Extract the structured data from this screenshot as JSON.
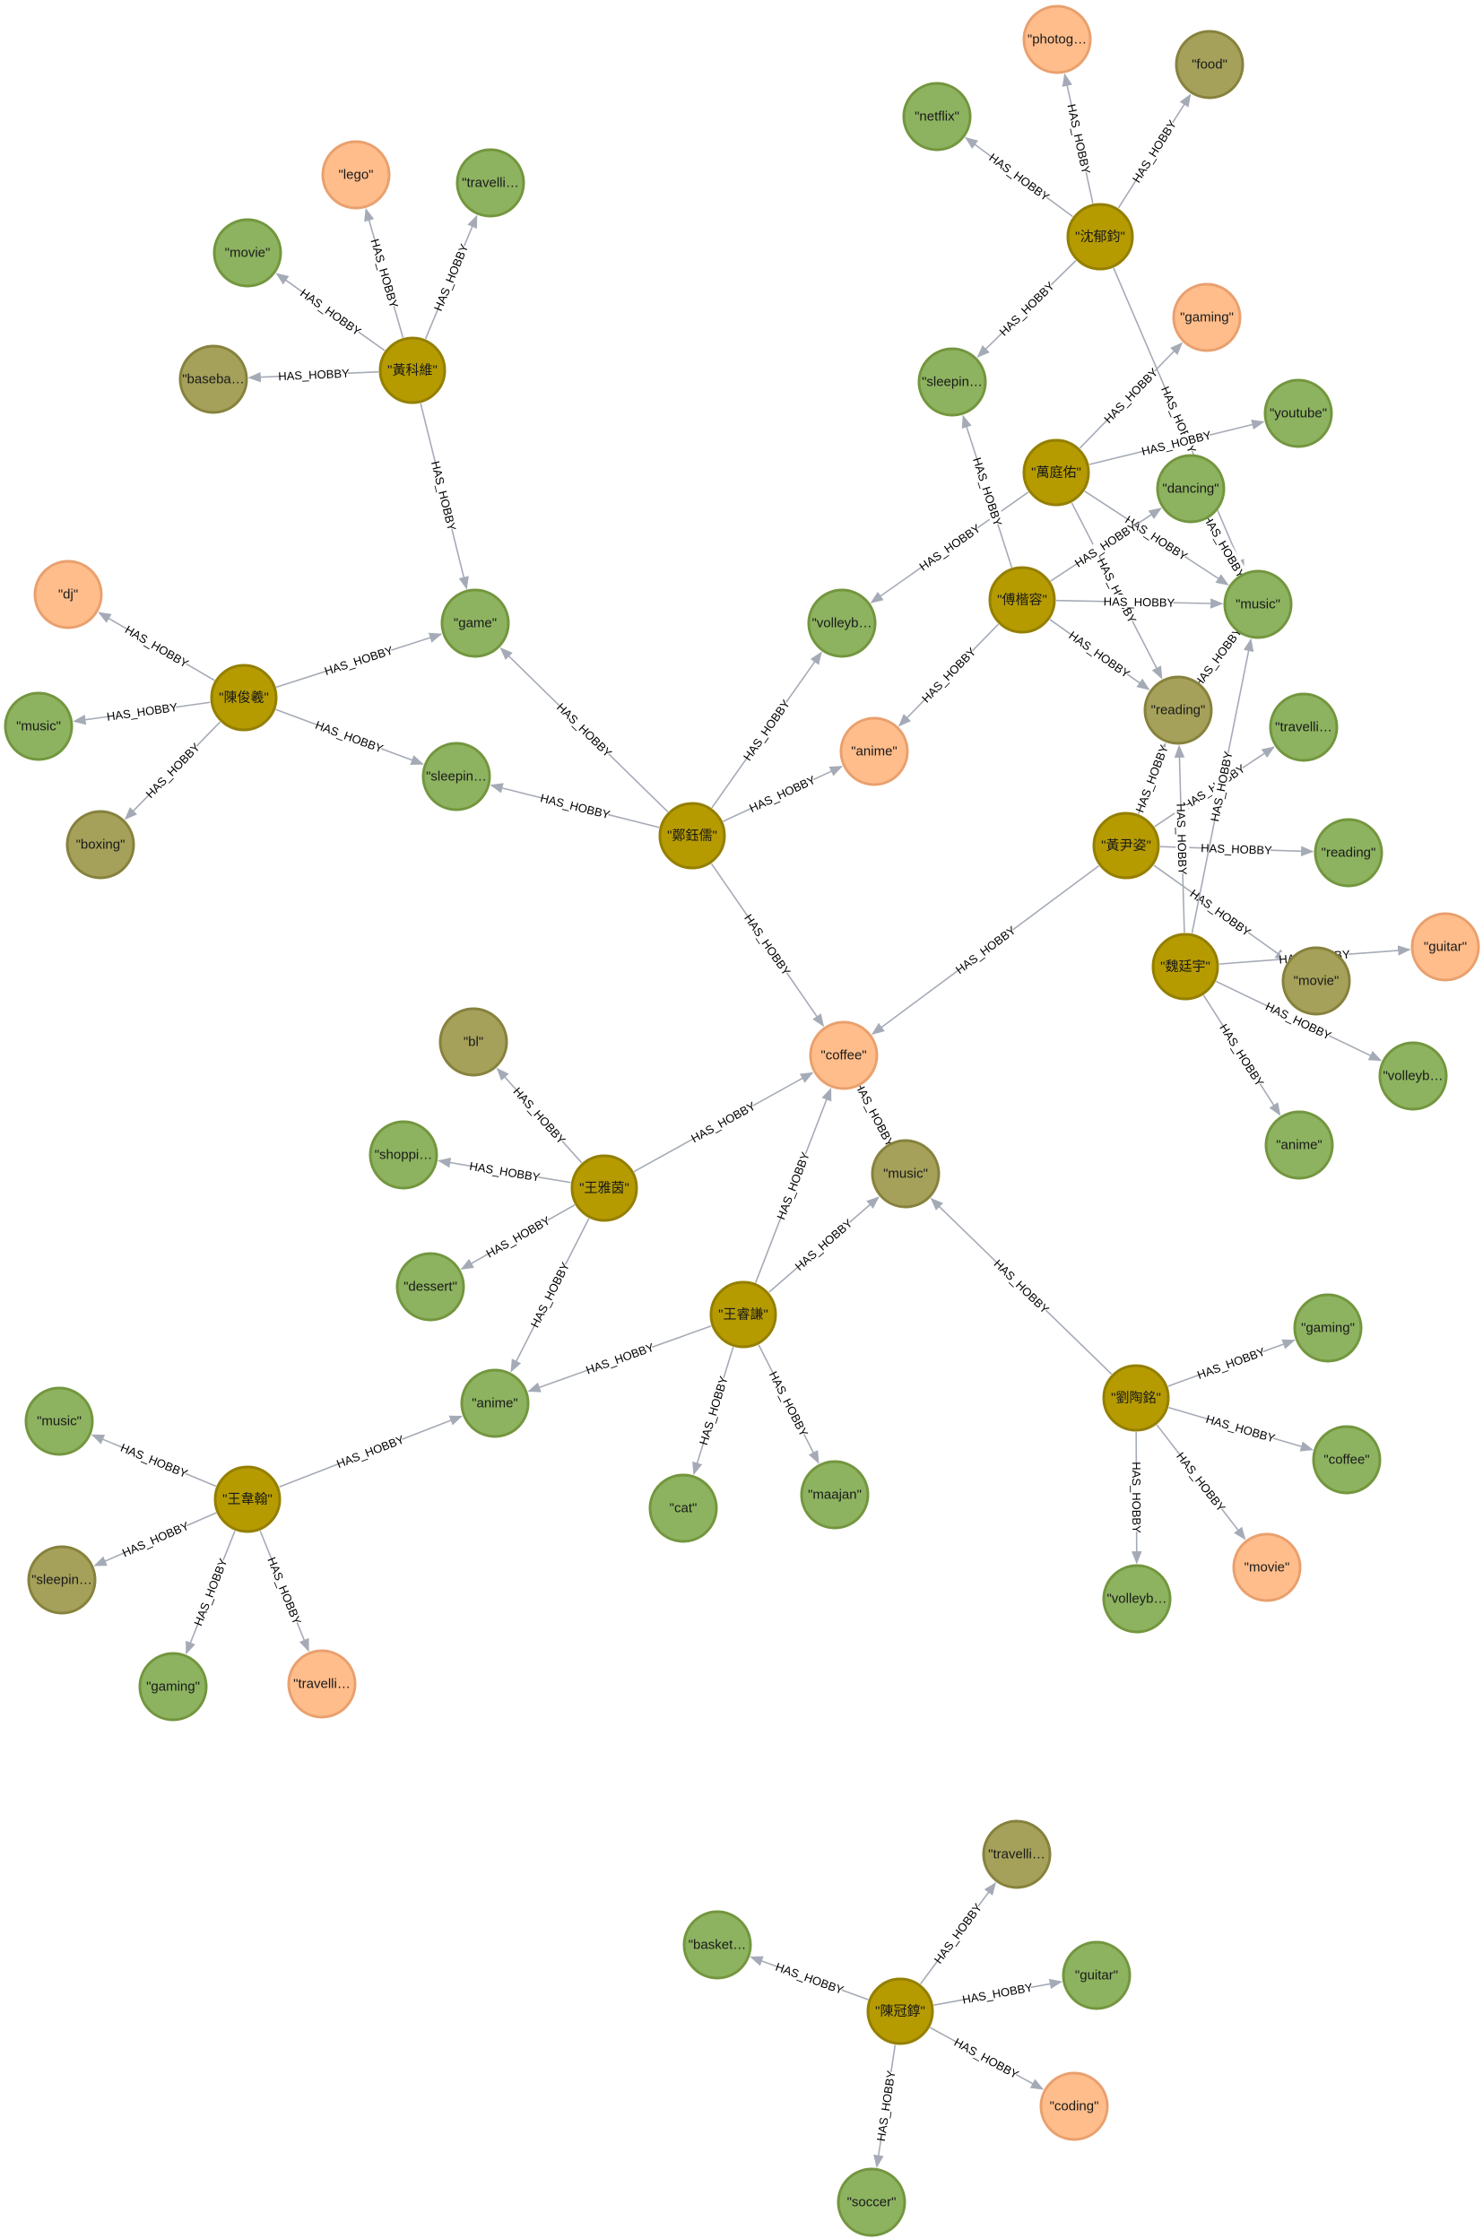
{
  "graph": {
    "relationship_label": "HAS_HOBBY",
    "legend_colors": {
      "person": "#b59b00",
      "hobby_green": "#8db360",
      "hobby_orange": "#ffbd8b",
      "hobby_olive": "#a5a15a",
      "edge": "#a5abb6"
    },
    "nodes": [
      {
        "id": "p_huangkewei",
        "label": "\"黃科維\"",
        "kind": "person"
      },
      {
        "id": "h_lego",
        "label": "\"lego\"",
        "kind": "hobby_orange"
      },
      {
        "id": "h_travel1",
        "label": "\"travelli…",
        "kind": "hobby_green"
      },
      {
        "id": "h_movie1",
        "label": "\"movie\"",
        "kind": "hobby_green"
      },
      {
        "id": "h_baseball",
        "label": "\"baseba…",
        "kind": "hobby_olive"
      },
      {
        "id": "h_game",
        "label": "\"game\"",
        "kind": "hobby_green"
      },
      {
        "id": "p_chenjunyi",
        "label": "\"陳俊羲\"",
        "kind": "person"
      },
      {
        "id": "h_dj",
        "label": "\"dj\"",
        "kind": "hobby_orange"
      },
      {
        "id": "h_music1",
        "label": "\"music\"",
        "kind": "hobby_green"
      },
      {
        "id": "h_boxing",
        "label": "\"boxing\"",
        "kind": "hobby_olive"
      },
      {
        "id": "h_sleep1",
        "label": "\"sleepin…",
        "kind": "hobby_green"
      },
      {
        "id": "p_zhengtingru",
        "label": "\"鄭鈺儒\"",
        "kind": "person"
      },
      {
        "id": "h_volley1",
        "label": "\"volleyb…",
        "kind": "hobby_green"
      },
      {
        "id": "h_anime1",
        "label": "\"anime\"",
        "kind": "hobby_orange"
      },
      {
        "id": "h_coffee1",
        "label": "\"coffee\"",
        "kind": "hobby_orange"
      },
      {
        "id": "p_shenyujun",
        "label": "\"沈郁鈞\"",
        "kind": "person"
      },
      {
        "id": "h_photo",
        "label": "\"photog…",
        "kind": "hobby_orange"
      },
      {
        "id": "h_food",
        "label": "\"food\"",
        "kind": "hobby_olive"
      },
      {
        "id": "h_netflix",
        "label": "\"netflix\"",
        "kind": "hobby_green"
      },
      {
        "id": "h_sleep2",
        "label": "\"sleepin…",
        "kind": "hobby_green"
      },
      {
        "id": "p_wantingyou",
        "label": "\"萬庭佑\"",
        "kind": "person"
      },
      {
        "id": "h_gaming1",
        "label": "\"gaming\"",
        "kind": "hobby_orange"
      },
      {
        "id": "h_youtube",
        "label": "\"youtube\"",
        "kind": "hobby_green"
      },
      {
        "id": "h_dancing",
        "label": "\"dancing\"",
        "kind": "hobby_green"
      },
      {
        "id": "h_music2",
        "label": "\"music\"",
        "kind": "hobby_green"
      },
      {
        "id": "p_fukairong",
        "label": "\"傅楷容\"",
        "kind": "person"
      },
      {
        "id": "h_reading1",
        "label": "\"reading\"",
        "kind": "hobby_olive"
      },
      {
        "id": "p_huangyinzi",
        "label": "\"黃尹姿\"",
        "kind": "person"
      },
      {
        "id": "h_travel2",
        "label": "\"travelli…",
        "kind": "hobby_green"
      },
      {
        "id": "h_reading2",
        "label": "\"reading\"",
        "kind": "hobby_green"
      },
      {
        "id": "h_movie2",
        "label": "\"movie\"",
        "kind": "hobby_olive"
      },
      {
        "id": "p_weitingyu",
        "label": "\"魏廷宇\"",
        "kind": "person"
      },
      {
        "id": "h_guitar1",
        "label": "\"guitar\"",
        "kind": "hobby_orange"
      },
      {
        "id": "h_volley2",
        "label": "\"volleyb…",
        "kind": "hobby_green"
      },
      {
        "id": "h_anime2",
        "label": "\"anime\"",
        "kind": "hobby_green"
      },
      {
        "id": "p_wangyayin",
        "label": "\"王雅茵\"",
        "kind": "person"
      },
      {
        "id": "h_bl",
        "label": "\"bl\"",
        "kind": "hobby_olive"
      },
      {
        "id": "h_shopping",
        "label": "\"shoppi…",
        "kind": "hobby_green"
      },
      {
        "id": "h_dessert",
        "label": "\"dessert\"",
        "kind": "hobby_green"
      },
      {
        "id": "h_music3",
        "label": "\"music\"",
        "kind": "hobby_olive"
      },
      {
        "id": "h_anime3",
        "label": "\"anime\"",
        "kind": "hobby_green"
      },
      {
        "id": "p_wangruiqian",
        "label": "\"王睿謙\"",
        "kind": "person"
      },
      {
        "id": "h_cat",
        "label": "\"cat\"",
        "kind": "hobby_green"
      },
      {
        "id": "h_maajan",
        "label": "\"maajan\"",
        "kind": "hobby_green"
      },
      {
        "id": "p_liutaoming",
        "label": "\"劉陶銘\"",
        "kind": "person"
      },
      {
        "id": "h_gaming2",
        "label": "\"gaming\"",
        "kind": "hobby_green"
      },
      {
        "id": "h_coffee2",
        "label": "\"coffee\"",
        "kind": "hobby_green"
      },
      {
        "id": "h_movie3",
        "label": "\"movie\"",
        "kind": "hobby_orange"
      },
      {
        "id": "h_volley3",
        "label": "\"volleyb…",
        "kind": "hobby_green"
      },
      {
        "id": "p_wangweihan",
        "label": "\"王韋翰\"",
        "kind": "person"
      },
      {
        "id": "h_music4",
        "label": "\"music\"",
        "kind": "hobby_green"
      },
      {
        "id": "h_sleep3",
        "label": "\"sleepin…",
        "kind": "hobby_olive"
      },
      {
        "id": "h_gaming3",
        "label": "\"gaming\"",
        "kind": "hobby_green"
      },
      {
        "id": "h_travel3",
        "label": "\"travelli…",
        "kind": "hobby_orange"
      },
      {
        "id": "p_chenguanyu",
        "label": "\"陳冠錞\"",
        "kind": "person"
      },
      {
        "id": "h_basket",
        "label": "\"basket…",
        "kind": "hobby_green"
      },
      {
        "id": "h_travel4",
        "label": "\"travelli…",
        "kind": "hobby_olive"
      },
      {
        "id": "h_guitar2",
        "label": "\"guitar\"",
        "kind": "hobby_green"
      },
      {
        "id": "h_coding",
        "label": "\"coding\"",
        "kind": "hobby_orange"
      },
      {
        "id": "h_soccer",
        "label": "\"soccer\"",
        "kind": "hobby_green"
      }
    ],
    "edges": [
      [
        "p_huangkewei",
        "h_lego"
      ],
      [
        "p_huangkewei",
        "h_travel1"
      ],
      [
        "p_huangkewei",
        "h_movie1"
      ],
      [
        "p_huangkewei",
        "h_baseball"
      ],
      [
        "p_huangkewei",
        "h_game"
      ],
      [
        "p_chenjunyi",
        "h_dj"
      ],
      [
        "p_chenjunyi",
        "h_music1"
      ],
      [
        "p_chenjunyi",
        "h_boxing"
      ],
      [
        "p_chenjunyi",
        "h_game"
      ],
      [
        "p_chenjunyi",
        "h_sleep1"
      ],
      [
        "p_zhengtingru",
        "h_game"
      ],
      [
        "p_zhengtingru",
        "h_sleep1"
      ],
      [
        "p_zhengtingru",
        "h_volley1"
      ],
      [
        "p_zhengtingru",
        "h_anime1"
      ],
      [
        "p_zhengtingru",
        "h_coffee1"
      ],
      [
        "p_shenyujun",
        "h_photo"
      ],
      [
        "p_shenyujun",
        "h_food"
      ],
      [
        "p_shenyujun",
        "h_netflix"
      ],
      [
        "p_shenyujun",
        "h_sleep2"
      ],
      [
        "p_shenyujun",
        "h_music2"
      ],
      [
        "p_wantingyou",
        "h_gaming1"
      ],
      [
        "p_wantingyou",
        "h_youtube"
      ],
      [
        "p_wantingyou",
        "h_volley1"
      ],
      [
        "p_wantingyou",
        "h_music2"
      ],
      [
        "p_wantingyou",
        "h_reading1"
      ],
      [
        "p_fukairong",
        "h_dancing"
      ],
      [
        "p_fukairong",
        "h_music2"
      ],
      [
        "p_fukairong",
        "h_sleep2"
      ],
      [
        "p_fukairong",
        "h_anime1"
      ],
      [
        "p_fukairong",
        "h_reading1"
      ],
      [
        "p_huangyinzi",
        "h_travel2"
      ],
      [
        "p_huangyinzi",
        "h_reading2"
      ],
      [
        "p_huangyinzi",
        "h_coffee1"
      ],
      [
        "p_huangyinzi",
        "h_movie2"
      ],
      [
        "p_huangyinzi",
        "h_reading1"
      ],
      [
        "p_weitingyu",
        "h_guitar1"
      ],
      [
        "p_weitingyu",
        "h_volley2"
      ],
      [
        "p_weitingyu",
        "h_anime2"
      ],
      [
        "p_weitingyu",
        "h_reading1"
      ],
      [
        "p_weitingyu",
        "h_music2"
      ],
      [
        "p_wangyayin",
        "h_bl"
      ],
      [
        "p_wangyayin",
        "h_shopping"
      ],
      [
        "p_wangyayin",
        "h_dessert"
      ],
      [
        "p_wangyayin",
        "h_coffee1"
      ],
      [
        "p_wangyayin",
        "h_anime3"
      ],
      [
        "p_wangruiqian",
        "h_coffee1"
      ],
      [
        "p_wangruiqian",
        "h_music3"
      ],
      [
        "p_wangruiqian",
        "h_anime3"
      ],
      [
        "p_wangruiqian",
        "h_cat"
      ],
      [
        "p_wangruiqian",
        "h_maajan"
      ],
      [
        "p_liutaoming",
        "h_music3"
      ],
      [
        "p_liutaoming",
        "h_gaming2"
      ],
      [
        "p_liutaoming",
        "h_coffee2"
      ],
      [
        "p_liutaoming",
        "h_movie3"
      ],
      [
        "p_liutaoming",
        "h_volley3"
      ],
      [
        "p_wangweihan",
        "h_music4"
      ],
      [
        "p_wangweihan",
        "h_sleep3"
      ],
      [
        "p_wangweihan",
        "h_gaming3"
      ],
      [
        "p_wangweihan",
        "h_travel3"
      ],
      [
        "p_wangweihan",
        "h_anime3"
      ],
      [
        "h_dancing",
        "h_music2"
      ],
      [
        "h_coffee1",
        "h_music3"
      ],
      [
        "h_reading1",
        "h_music2"
      ],
      [
        "p_chenguanyu",
        "h_basket"
      ],
      [
        "p_chenguanyu",
        "h_travel4"
      ],
      [
        "p_chenguanyu",
        "h_guitar2"
      ],
      [
        "p_chenguanyu",
        "h_coding"
      ],
      [
        "p_chenguanyu",
        "h_soccer"
      ]
    ]
  }
}
